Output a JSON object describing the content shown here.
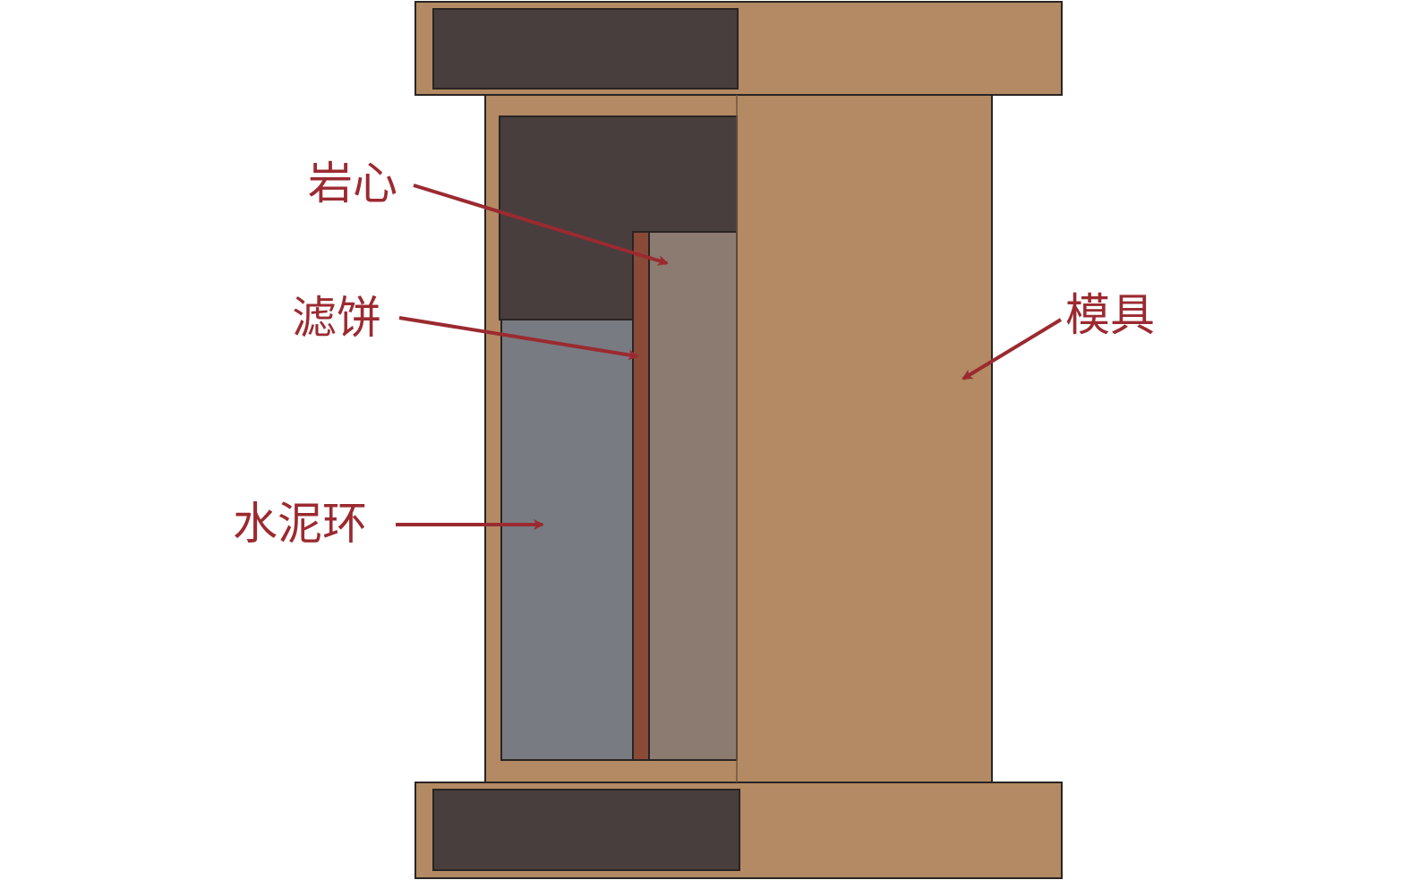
{
  "labels": {
    "core": "岩心",
    "filter_cake": "滤饼",
    "cement_ring": "水泥环",
    "mold": "模具"
  },
  "colors": {
    "mold": "#b38a63",
    "dark_cap": "#473e3d",
    "cement": "#787b82",
    "core": "#8c7b70",
    "filter_cake": "#8a4a38",
    "arrow": "#9b2a30",
    "background": "#ffffff"
  }
}
